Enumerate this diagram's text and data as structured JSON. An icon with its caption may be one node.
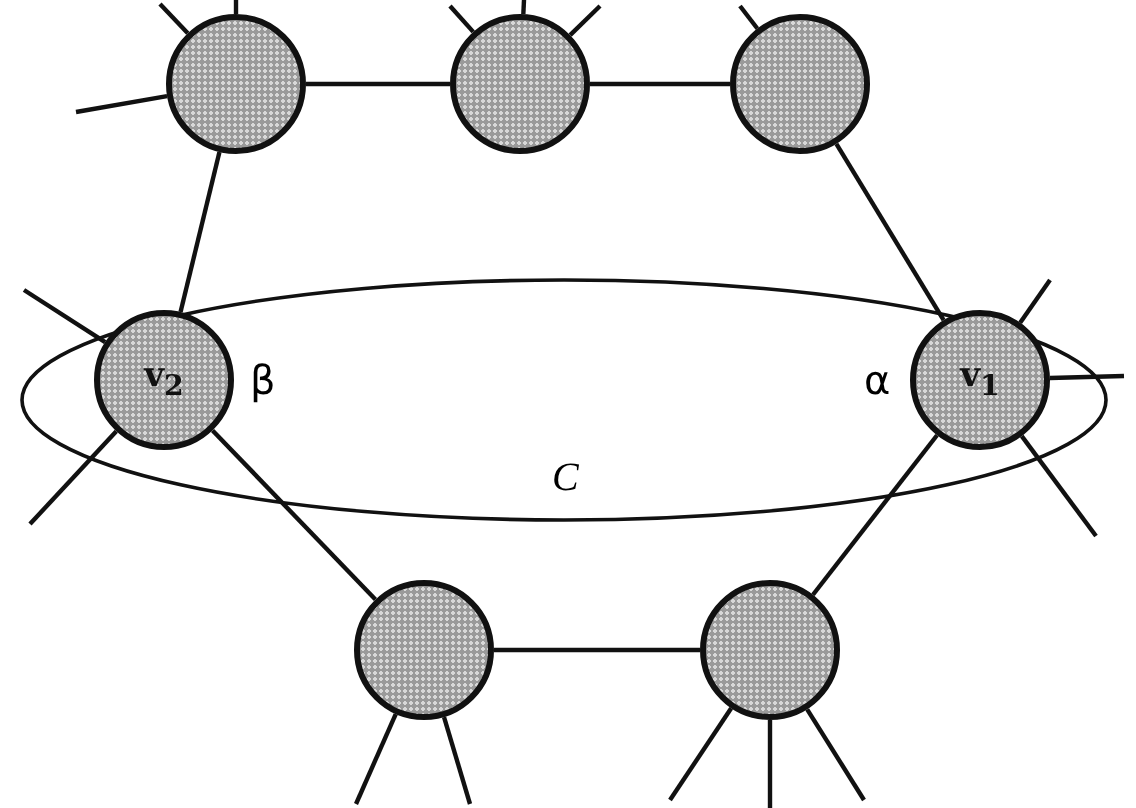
{
  "diagram": {
    "nodes": [
      {
        "text": [],
        "shape": "circle"
      },
      {
        "text": [],
        "shape": "circle"
      },
      {
        "text": [],
        "shape": "circle"
      },
      {
        "text": [
          "v$_{2}$"
        ],
        "beside": [
          "β"
        ]
      },
      {
        "text": [
          "v$_{1}$"
        ],
        "beside": [
          "α"
        ]
      },
      {
        "text": [],
        "shape": "circle"
      },
      {
        "text": [],
        "shape": "circle"
      }
    ],
    "edges": [
      {
        "from": 0,
        "to": 1,
        "arrow": "none"
      },
      {
        "from": 1,
        "to": 2,
        "arrow": "none"
      },
      {
        "from": 2,
        "to": 4,
        "arrow": "none"
      },
      {
        "from": 0,
        "to": 3,
        "arrow": "none"
      },
      {
        "from": 3,
        "to": 5,
        "arrow": "none"
      },
      {
        "from": 5,
        "to": 6,
        "arrow": "none"
      },
      {
        "from": 6,
        "to": 4,
        "arrow": "none"
      },
      {
        "from": 0,
        "to": null,
        "arrow": "none"
      },
      {
        "from": 0,
        "to": null,
        "arrow": "none"
      },
      {
        "from": 0,
        "to": null,
        "arrow": "none"
      },
      {
        "from": 1,
        "to": null,
        "arrow": "none"
      },
      {
        "from": 1,
        "to": null,
        "arrow": "none"
      },
      {
        "from": 1,
        "to": null,
        "arrow": "none"
      },
      {
        "from": 2,
        "to": null,
        "arrow": "none"
      },
      {
        "from": 3,
        "to": null,
        "arrow": "none"
      },
      {
        "from": 3,
        "to": null,
        "arrow": "none"
      },
      {
        "from": 4,
        "to": null,
        "arrow": "none"
      },
      {
        "from": 4,
        "to": null,
        "arrow": "none"
      },
      {
        "from": 4,
        "to": null,
        "arrow": "none"
      },
      {
        "from": 5,
        "to": null,
        "arrow": "none"
      },
      {
        "from": 5,
        "to": null,
        "arrow": "none"
      },
      {
        "from": 6,
        "to": null,
        "arrow": "none"
      },
      {
        "from": 6,
        "to": null,
        "arrow": "none"
      },
      {
        "from": 6,
        "to": null,
        "arrow": "none"
      }
    ],
    "labels": [
      "C"
    ]
  }
}
